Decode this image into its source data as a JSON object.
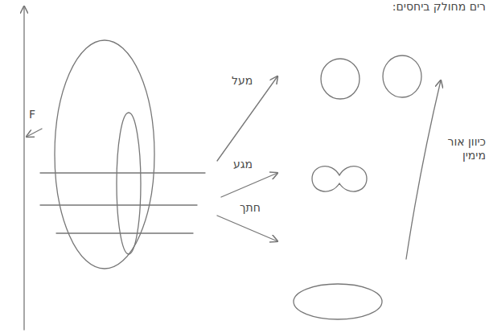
{
  "diagram": {
    "labels": [
      "רים מחולק ביחסים:",
      "F",
      "מעל",
      "מגע",
      "חתך",
      "כיוון אור מימין"
    ]
  }
}
